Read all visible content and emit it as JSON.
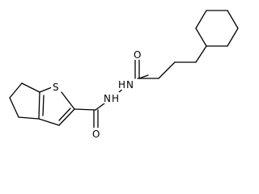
{
  "atoms": {
    "sulfur": "S",
    "nh1": "H",
    "nh1_n": "N",
    "nh2": "H",
    "nh2_n": "N",
    "oxygen_top": "O",
    "oxygen_bottom": "O"
  }
}
